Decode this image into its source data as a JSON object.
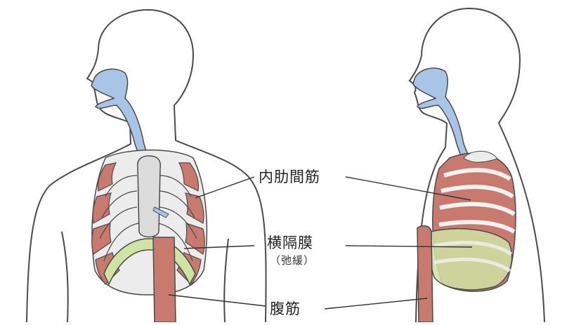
{
  "labels": {
    "intercostal": "内肋間筋",
    "diaphragm": "横隔膜",
    "diaphragm_state": "（弛緩）",
    "abdominal": "腹筋"
  },
  "colors": {
    "outline": "#4a4a4a",
    "airway": "#a8c4e6",
    "muscle": "#c97a6e",
    "rib": "#ececec",
    "diaphragm": "#cfe3a3",
    "leader": "#333333"
  },
  "icons": [
    "front-torso-illustration",
    "side-torso-illustration"
  ]
}
